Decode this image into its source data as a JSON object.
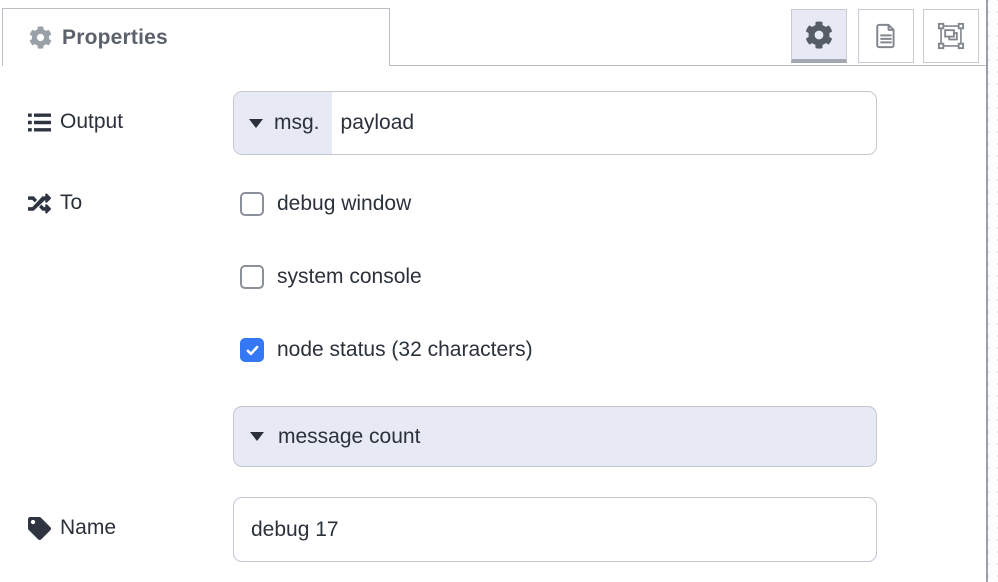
{
  "panel": {
    "tab": {
      "label": "Properties",
      "icon": "gear-icon"
    },
    "toolbar": {
      "buttons": [
        {
          "name": "properties",
          "icon": "gear-icon",
          "active": true
        },
        {
          "name": "description",
          "icon": "document-icon",
          "active": false
        },
        {
          "name": "appearance",
          "icon": "object-group-icon",
          "active": false
        }
      ]
    },
    "form": {
      "output": {
        "label": "Output",
        "icon": "list-icon",
        "prefix": "msg.",
        "value": "payload"
      },
      "to": {
        "label": "To",
        "icon": "shuffle-icon",
        "checkboxes": [
          {
            "label": "debug window",
            "checked": false
          },
          {
            "label": "system console",
            "checked": false
          },
          {
            "label": "node status (32 characters)",
            "checked": true
          }
        ],
        "status_dropdown": {
          "value": "message count"
        }
      },
      "name": {
        "label": "Name",
        "icon": "tag-icon",
        "value": "debug 17"
      }
    },
    "colors": {
      "accent_blue": "#3478f6",
      "lavender": "#e7e9f5",
      "input_border": "#c5c7d1",
      "header_gray": "#5b626b"
    }
  }
}
